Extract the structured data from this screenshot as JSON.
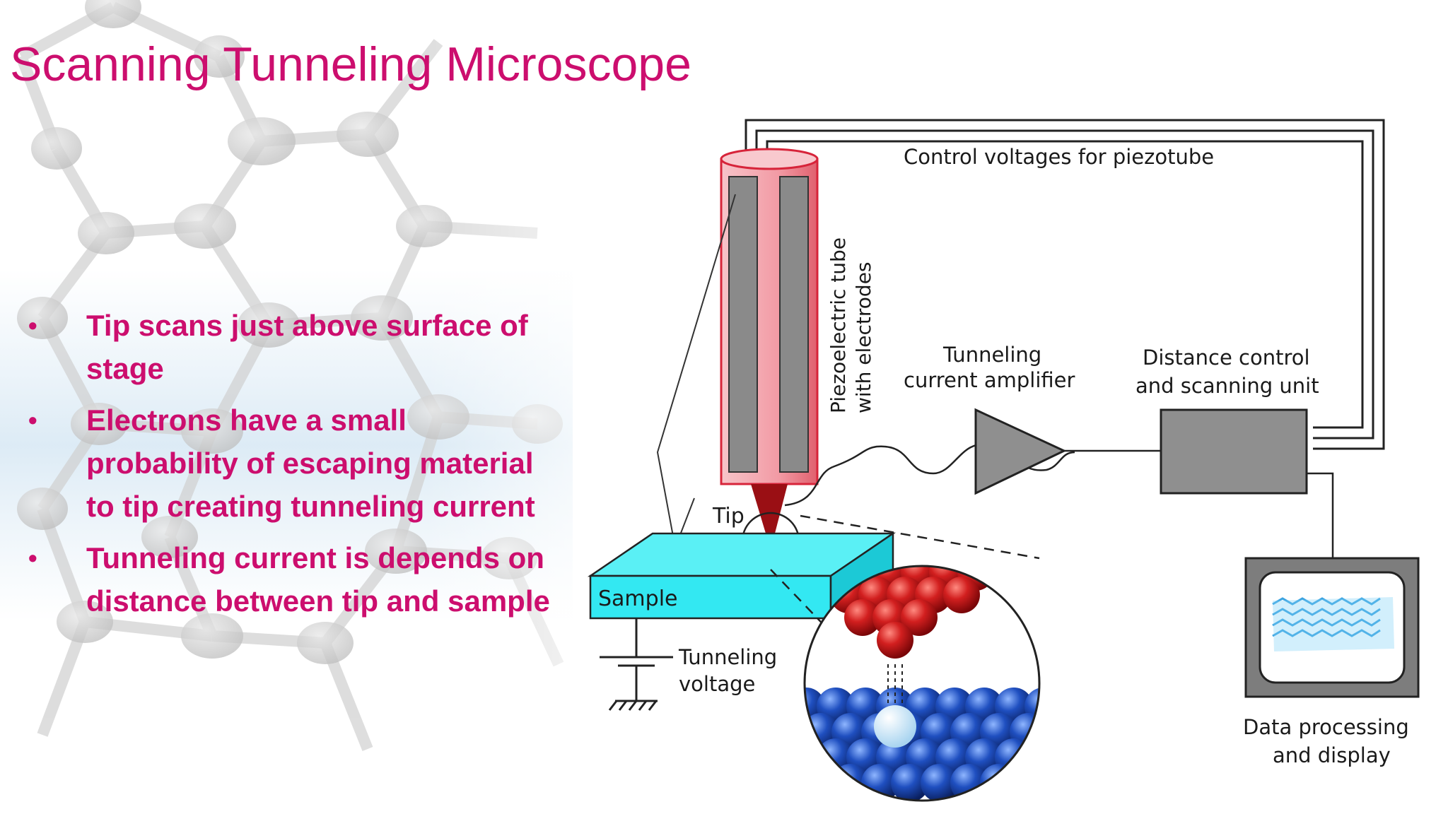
{
  "slide": {
    "title": "Scanning Tunneling Microscope",
    "bullets": [
      "Tip scans just above surface of stage",
      "Electrons have a small probability of escaping material to tip creating tunneling current",
      "Tunneling current is depends on distance between tip and sample"
    ],
    "bullet_glyph": "•",
    "title_color": "#cc0e6e"
  },
  "diagram": {
    "control_voltages": "Control voltages for piezotube",
    "piezo_line1": "Piezoelectric tube",
    "piezo_line2": "with electrodes",
    "amp_line1": "Tunneling",
    "amp_line2": "current amplifier",
    "dist_line1": "Distance control",
    "dist_line2": "and scanning unit",
    "tip": "Tip",
    "sample": "Sample",
    "volt_line1": "Tunneling",
    "volt_line2": "voltage",
    "display_line1": "Data processing",
    "display_line2": "and display",
    "colors": {
      "tube": "#f4a6ad",
      "tube_edge": "#d7243a",
      "electrode": "#8a8a8a",
      "tip": "#9a0f14",
      "sample": "#33e8f2",
      "box": "#8f8f8f",
      "atom_tip": "#c4161c",
      "atom_sample": "#1844b0"
    }
  }
}
